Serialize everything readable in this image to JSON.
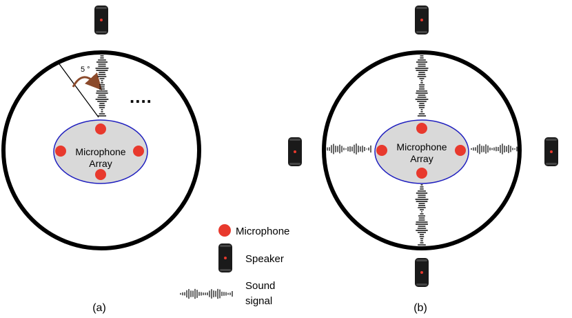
{
  "panel_a": {
    "caption": "(a)",
    "array_label_line1": "Microphone",
    "array_label_line2": "Array",
    "angle_label": "5 °",
    "ellipsis": "...."
  },
  "panel_b": {
    "caption": "(b)",
    "array_label_line1": "Microphone",
    "array_label_line2": "Array"
  },
  "legend": {
    "microphone": "Microphone",
    "speaker": "Speaker",
    "sound_line1": "Sound",
    "sound_line2": "signal"
  },
  "colors": {
    "microphone": "#e8392d",
    "array_fill": "#d9d9d9",
    "array_stroke": "#1f1fbf",
    "ring": "#000000",
    "speaker_body": "#1a1a1a",
    "speaker_led": "#e8392d",
    "arrow": "#8b4a2b"
  },
  "icons": [
    "microphone-icon",
    "speaker-icon",
    "sound-signal-icon",
    "rotation-arrow-icon"
  ]
}
